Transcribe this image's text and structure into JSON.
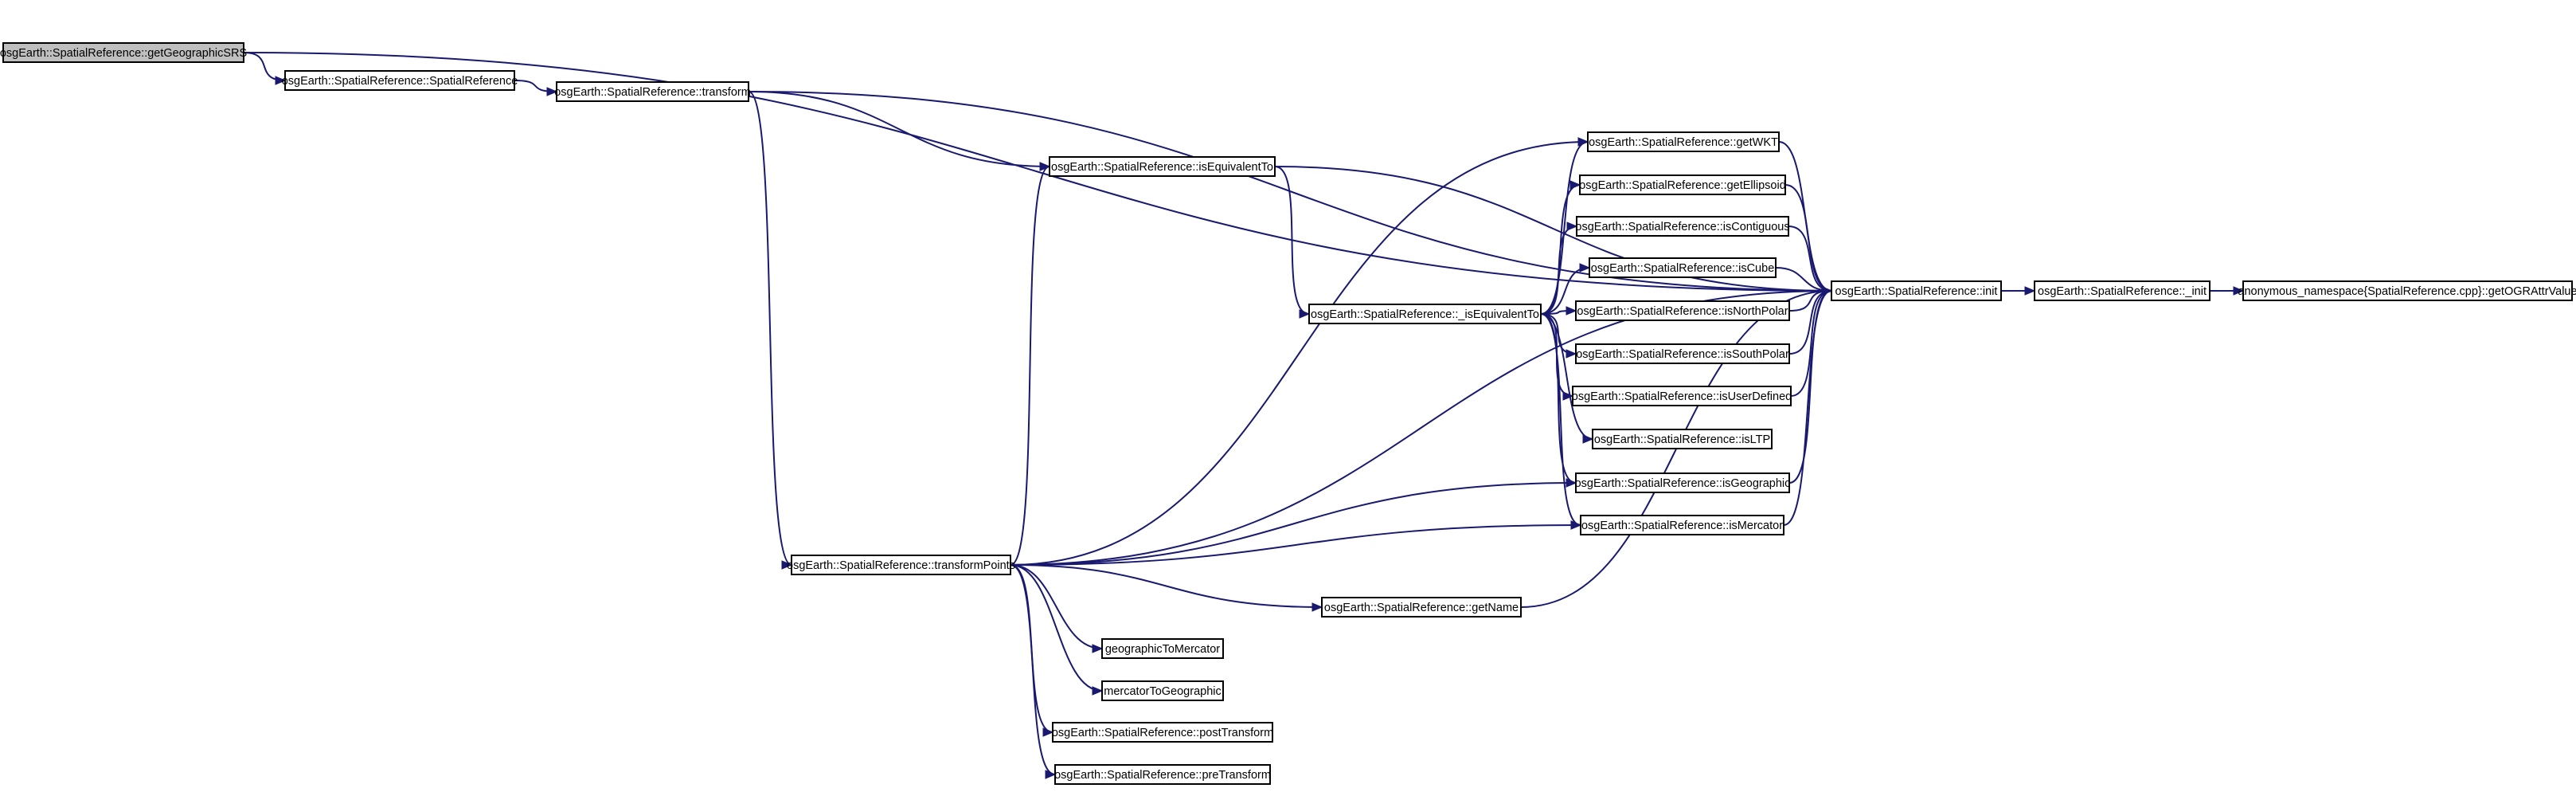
{
  "graph": {
    "nodes": [
      {
        "id": "getGeographicSRS",
        "label": "osgEarth::SpatialReference::getGeographicSRS",
        "root": true
      },
      {
        "id": "SpatialReference",
        "label": "osgEarth::SpatialReference::SpatialReference"
      },
      {
        "id": "transform",
        "label": "osgEarth::SpatialReference::transform"
      },
      {
        "id": "isEquivalentTo",
        "label": "osgEarth::SpatialReference::isEquivalentTo"
      },
      {
        "id": "_isEquivalentTo",
        "label": "osgEarth::SpatialReference::_isEquivalentTo"
      },
      {
        "id": "transformPoints",
        "label": "osgEarth::SpatialReference::transformPoints"
      },
      {
        "id": "getWKT",
        "label": "osgEarth::SpatialReference::getWKT"
      },
      {
        "id": "getEllipsoid",
        "label": "osgEarth::SpatialReference::getEllipsoid"
      },
      {
        "id": "isContiguous",
        "label": "osgEarth::SpatialReference::isContiguous"
      },
      {
        "id": "isCube",
        "label": "osgEarth::SpatialReference::isCube"
      },
      {
        "id": "isNorthPolar",
        "label": "osgEarth::SpatialReference::isNorthPolar"
      },
      {
        "id": "isSouthPolar",
        "label": "osgEarth::SpatialReference::isSouthPolar"
      },
      {
        "id": "isUserDefined",
        "label": "osgEarth::SpatialReference::isUserDefined"
      },
      {
        "id": "isLTP",
        "label": "osgEarth::SpatialReference::isLTP"
      },
      {
        "id": "isGeographic",
        "label": "osgEarth::SpatialReference::isGeographic"
      },
      {
        "id": "isMercator",
        "label": "osgEarth::SpatialReference::isMercator"
      },
      {
        "id": "init",
        "label": "osgEarth::SpatialReference::init"
      },
      {
        "id": "_init",
        "label": "osgEarth::SpatialReference::_init"
      },
      {
        "id": "getOGRAttrValue",
        "label": "anonymous_namespace{SpatialReference.cpp}::getOGRAttrValue"
      },
      {
        "id": "getName",
        "label": "osgEarth::SpatialReference::getName"
      },
      {
        "id": "geographicToMercator",
        "label": "geographicToMercator"
      },
      {
        "id": "mercatorToGeographic",
        "label": "mercatorToGeographic"
      },
      {
        "id": "postTransform",
        "label": "osgEarth::SpatialReference::postTransform"
      },
      {
        "id": "preTransform",
        "label": "osgEarth::SpatialReference::preTransform"
      }
    ],
    "edges": [
      [
        "getGeographicSRS",
        "SpatialReference"
      ],
      [
        "getGeographicSRS",
        "init"
      ],
      [
        "SpatialReference",
        "transform"
      ],
      [
        "transform",
        "isEquivalentTo"
      ],
      [
        "transform",
        "transformPoints"
      ],
      [
        "transform",
        "init"
      ],
      [
        "isEquivalentTo",
        "_isEquivalentTo"
      ],
      [
        "isEquivalentTo",
        "init"
      ],
      [
        "transformPoints",
        "isEquivalentTo"
      ],
      [
        "transformPoints",
        "getWKT"
      ],
      [
        "transformPoints",
        "isGeographic"
      ],
      [
        "transformPoints",
        "isMercator"
      ],
      [
        "transformPoints",
        "init"
      ],
      [
        "transformPoints",
        "getName"
      ],
      [
        "transformPoints",
        "geographicToMercator"
      ],
      [
        "transformPoints",
        "mercatorToGeographic"
      ],
      [
        "transformPoints",
        "postTransform"
      ],
      [
        "transformPoints",
        "preTransform"
      ],
      [
        "_isEquivalentTo",
        "getWKT"
      ],
      [
        "_isEquivalentTo",
        "getEllipsoid"
      ],
      [
        "_isEquivalentTo",
        "isContiguous"
      ],
      [
        "_isEquivalentTo",
        "isCube"
      ],
      [
        "_isEquivalentTo",
        "isNorthPolar"
      ],
      [
        "_isEquivalentTo",
        "isSouthPolar"
      ],
      [
        "_isEquivalentTo",
        "isUserDefined"
      ],
      [
        "_isEquivalentTo",
        "isLTP"
      ],
      [
        "_isEquivalentTo",
        "isGeographic"
      ],
      [
        "_isEquivalentTo",
        "isMercator"
      ],
      [
        "getWKT",
        "init"
      ],
      [
        "getEllipsoid",
        "init"
      ],
      [
        "isContiguous",
        "init"
      ],
      [
        "isCube",
        "init"
      ],
      [
        "isNorthPolar",
        "init"
      ],
      [
        "isSouthPolar",
        "init"
      ],
      [
        "isUserDefined",
        "init"
      ],
      [
        "isGeographic",
        "init"
      ],
      [
        "isMercator",
        "init"
      ],
      [
        "getName",
        "init"
      ],
      [
        "init",
        "_init"
      ],
      [
        "_init",
        "getOGRAttrValue"
      ]
    ]
  },
  "colors": {
    "edge": "#191970",
    "root_fill": "#bfbfbf",
    "node_fill": "#ffffff",
    "node_border": "#000000"
  }
}
